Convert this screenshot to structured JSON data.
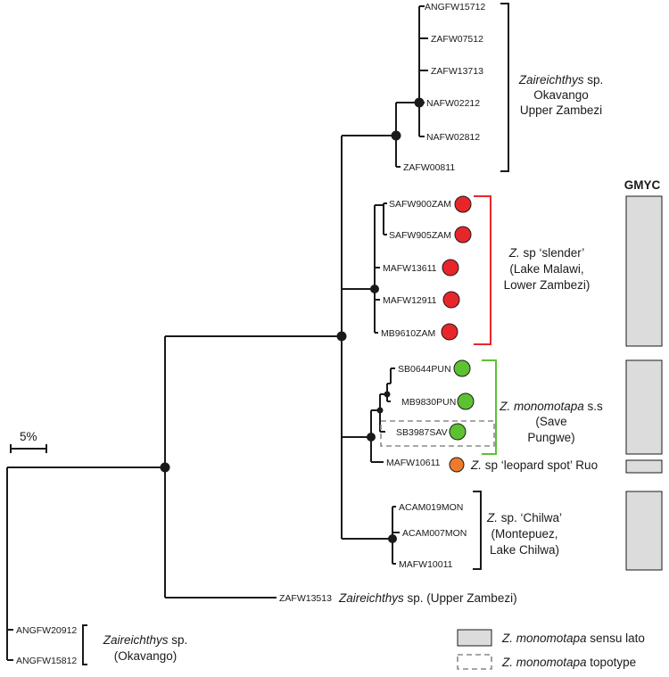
{
  "scale_bar": {
    "label": "5%"
  },
  "gmyc_header": "GMYC",
  "tips": {
    "t1": "ANGFW15712",
    "t2": "ZAFW07512",
    "t3": "ZAFW13713",
    "t4": "NAFW02212",
    "t5": "NAFW02812",
    "t6": "ZAFW00811",
    "t7": "SAFW900ZAM",
    "t8": "SAFW905ZAM",
    "t9": "MAFW13611",
    "t10": "MAFW12911",
    "t11": "MB9610ZAM",
    "t12": "SB0644PUN",
    "t13": "MB9830PUN",
    "t14": "SB3987SAV",
    "t15": "MAFW10611",
    "t16": "ACAM019MON",
    "t17": "ACAM007MON",
    "t18": "MAFW10011",
    "t19": "ZAFW13513",
    "t20": "ANGFW20912",
    "t21": "ANGFW15812"
  },
  "clades": {
    "okavango_upper": {
      "genus": "Zaireichthys",
      "rest": " sp.",
      "line2": "Okavango",
      "line3": "Upper Zambezi"
    },
    "slender": {
      "genus": "Z.",
      "rest": " sp ‘slender’",
      "line2": "(Lake Malawi,",
      "line3": "Lower Zambezi)"
    },
    "monomotapa": {
      "genus": "Z. monomotapa",
      "rest": " s.s",
      "line2": "(Save",
      "line3": "Pungwe)"
    },
    "leopard": {
      "genus": "Z.",
      "rest": " sp ‘leopard spot’ Ruo"
    },
    "chilwa": {
      "genus": "Z.",
      "rest": " sp. ‘Chilwa’",
      "line2": "(Montepuez,",
      "line3": "Lake Chilwa)"
    },
    "upper_zambezi": {
      "genus": "Zaireichthys",
      "rest": " sp. (Upper Zambezi)"
    },
    "okavango": {
      "genus": "Zaireichthys",
      "rest": " sp.",
      "line2": "(Okavango)"
    }
  },
  "legend": {
    "sensu_lato": {
      "italic": "Z. monomotapa",
      "rest": " sensu lato"
    },
    "topotype": {
      "italic": "Z. monomotapa",
      "rest": " topotype"
    }
  },
  "colors": {
    "red": "#e8262a",
    "green": "#5cc232",
    "orange": "#ee7b2c",
    "gmyc_fill": "#dcdcdc",
    "red_bracket": "#e8262a",
    "green_bracket": "#5cc232"
  }
}
